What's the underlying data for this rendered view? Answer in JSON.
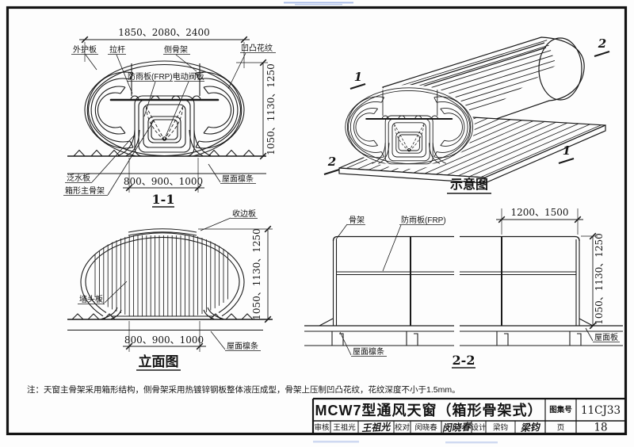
{
  "sec11": {
    "title": "1-1",
    "dim_width_top": "1850、2080、2400",
    "dim_width_bottom": "800、900、1000",
    "dim_height": "1050、1130、1250",
    "label_outer_panel": "外护板",
    "label_tie_rod": "拉杆",
    "label_side_frame": "侧骨架",
    "label_pattern": "凹凸花纹",
    "label_rain_valve": "防雨板(FRP)电动阀板",
    "label_flashing": "泛水板",
    "label_main_frame": "箱形主骨架",
    "label_purlin": "屋面檩条"
  },
  "schematic": {
    "title": "示意图",
    "mark1": "1",
    "mark2": "2"
  },
  "elevation": {
    "title": "立面图",
    "label_edge_panel": "收边板",
    "label_wall_panel": "墙头板",
    "label_purlin": "屋面檩条",
    "dim_width": "800、900、1000",
    "dim_height": "1050、1130、1250"
  },
  "sec22": {
    "title": "2-2",
    "label_frame": "骨架",
    "label_rain_panel": "防雨板(FRP)",
    "label_purlin": "屋面檩条",
    "label_roof_panel": "屋面板",
    "dim_spacing": "1200、1500",
    "dim_height": "1050、1130、1250"
  },
  "note": "注：天窗主骨架采用箱形结构，侧骨架采用热镀锌钢板整体液压成型，骨架上压制凹凸花纹，花纹深度不小于1.5mm。",
  "titleblock": {
    "title": "MCW7型通风天窗（箱形骨架式）",
    "atlas_label": "图集号",
    "atlas_no": "11CJ33",
    "page_label": "页",
    "page_no": "18",
    "reviewer_label": "审核",
    "reviewer_name": "王祖光",
    "reviewer_sig": "王祖光",
    "proof_label": "校对",
    "proof_name": "闵晓春",
    "proof_sig": "闵晓春",
    "designer_label": "设计",
    "designer_name": "梁钧",
    "designer_sig": "梁钧"
  }
}
